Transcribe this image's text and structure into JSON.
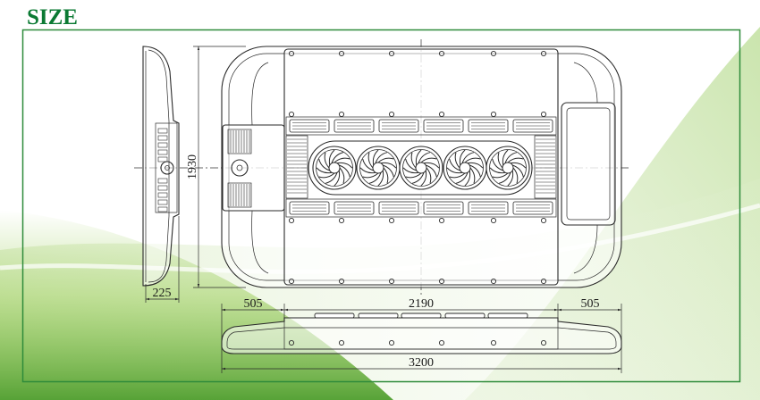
{
  "title": "SIZE",
  "dimensions": {
    "height": "1930",
    "side_depth": "225",
    "left_segment": "505",
    "middle_segment": "2190",
    "right_segment": "505",
    "total_length": "3200"
  },
  "colors": {
    "title": "#0b7a33",
    "frame": "#2e8b3a",
    "line": "#2a2a2a",
    "background_accent": "#5aa832"
  }
}
